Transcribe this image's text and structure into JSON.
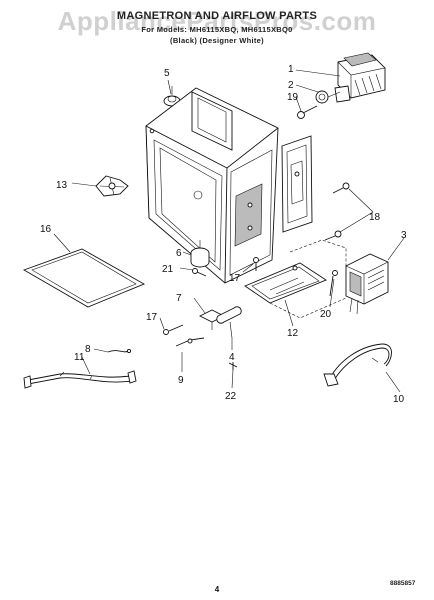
{
  "header": {
    "title": "MAGNETRON AND AIRFLOW PARTS",
    "subtitle_models": "For Models: MH6115XBQ, MH6115XBQ0",
    "subtitle_colors": "(Black)     (Designer White)"
  },
  "watermark": "AppliancePartsPros.com",
  "callouts": [
    "1",
    "2",
    "3",
    "4",
    "5",
    "6",
    "7",
    "8",
    "9",
    "10",
    "11",
    "12",
    "13",
    "16",
    "17",
    "17",
    "18",
    "19",
    "20",
    "21",
    "22"
  ],
  "footer": {
    "page_number": "4",
    "doc_code": "8885857"
  }
}
